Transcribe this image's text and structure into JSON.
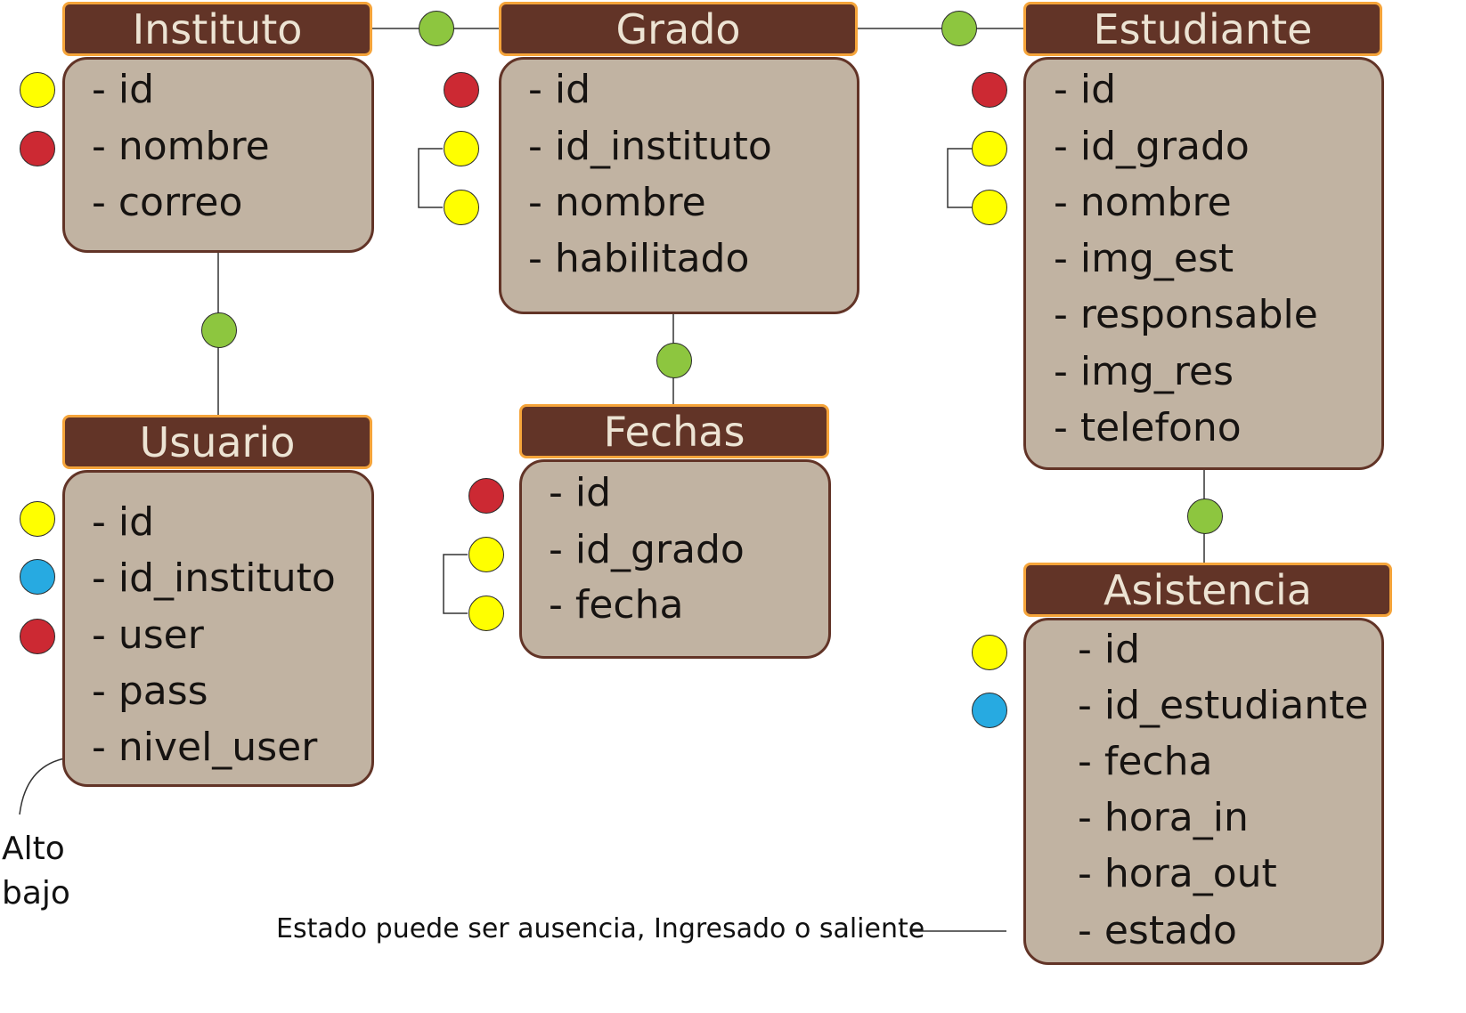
{
  "colors": {
    "header_bg": "#623427",
    "header_border": "#f5a43a",
    "body_bg": "#c1b3a2",
    "body_border": "#623427",
    "connector": "#8dc63f",
    "primary_key_yellow": "#ffff00",
    "unique_red": "#cc2933",
    "foreign_key_blue": "#27aae1"
  },
  "entities": {
    "instituto": {
      "name": "Instituto",
      "fields": [
        "- id",
        "- nombre",
        "- correo"
      ]
    },
    "grado": {
      "name": "Grado",
      "fields": [
        "- id",
        "- id_instituto",
        "- nombre",
        "- habilitado"
      ]
    },
    "estudiante": {
      "name": "Estudiante",
      "fields": [
        "- id",
        "- id_grado",
        "- nombre",
        "- img_est",
        "- responsable",
        "- img_res",
        "- telefono"
      ]
    },
    "usuario": {
      "name": "Usuario",
      "fields": [
        "- id",
        "- id_instituto",
        "- user",
        "- pass",
        "- nivel_user"
      ]
    },
    "fechas": {
      "name": "Fechas",
      "fields": [
        "- id",
        "- id_grado",
        "- fecha"
      ]
    },
    "asistencia": {
      "name": "Asistencia",
      "fields": [
        "- id",
        "- id_estudiante",
        "- fecha",
        "- hora_in",
        "- hora_out",
        "- estado"
      ]
    }
  },
  "annotations": {
    "nivel_user_values": [
      "Alto",
      "bajo"
    ],
    "estado_note": "Estado puede ser ausencia, Ingresado o saliente"
  }
}
